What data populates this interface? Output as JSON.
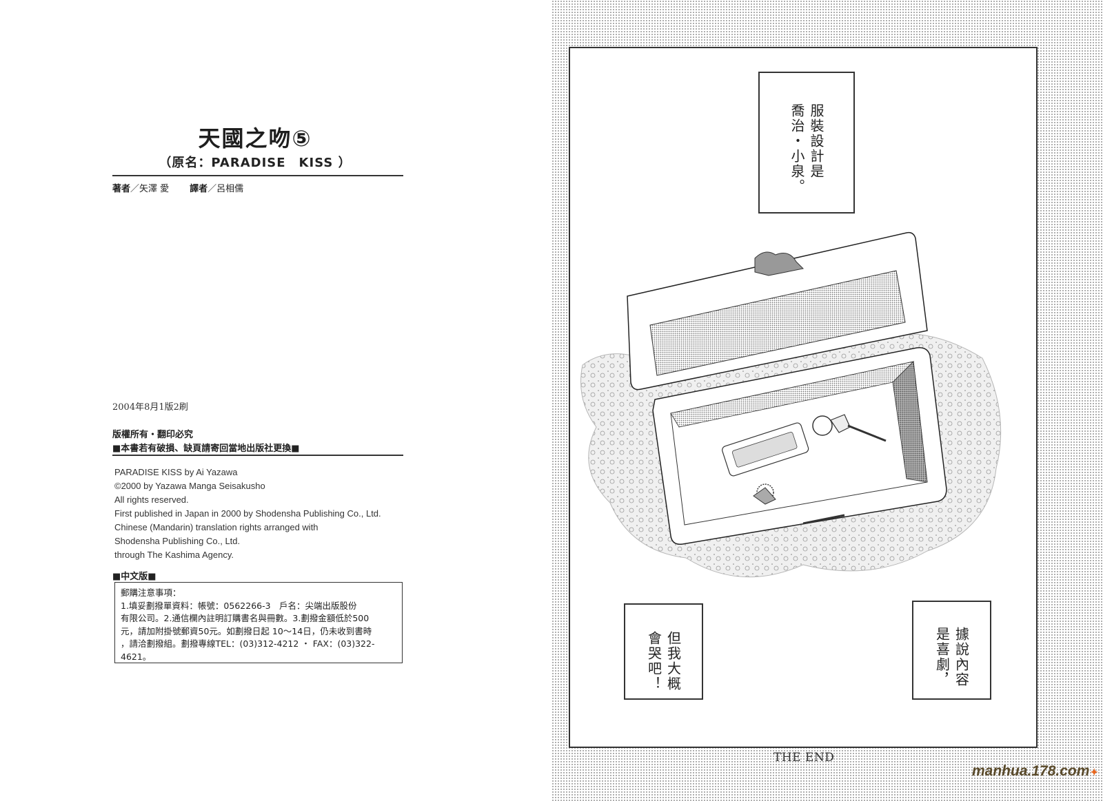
{
  "left_page": {
    "title": "天國之吻⑤",
    "subtitle": "（原名：PARADISE　KISS ）",
    "credits": {
      "author_label": "著者",
      "author": "／矢澤 愛",
      "translator_label": "譯者",
      "translator": "／呂相儒"
    },
    "edition_date": "2004年8月1版2刷",
    "rights_line1": "版權所有・翻印必究",
    "rights_line2": "■本書若有破損、缺頁請寄回當地出版社更換■",
    "english_credits": [
      "PARADISE KISS by Ai Yazawa",
      "©2000 by Yazawa Manga Seisakusho",
      "All rights reserved.",
      "First published in Japan in 2000 by Shodensha Publishing Co., Ltd.",
      "Chinese (Mandarin) translation rights arranged with",
      "Shodensha Publishing Co., Ltd.",
      "through The Kashima Agency."
    ],
    "chinese_edition_label": "■中文版■",
    "mail_order": {
      "heading": "郵購注意事項：",
      "lines": [
        "1.填妥劃撥單資料：帳號：0562266-3　戶名：尖端出版股份",
        "有限公司。2.通信欄內註明訂購書名與冊數。3.劃撥金額低於500",
        "元，請加附掛號郵資50元。如劃撥日起 10～14日，仍未收到書時",
        "，請洽劃撥組。劃撥專線TEL：(03)312-4212 ・ FAX：(03)322-",
        "4621。"
      ]
    }
  },
  "right_page": {
    "bubble_top": [
      "服裝設計是",
      "喬治・小泉。"
    ],
    "bubble_bottom_left": [
      "但我大概",
      "會哭吧！"
    ],
    "bubble_bottom_right": [
      "據說內容",
      "是喜劇，"
    ],
    "end_text": "THE END",
    "watermark": "manhua.178.com",
    "watermark_stars": "✦",
    "colors": {
      "watermark": "#5a4a2a",
      "watermark_star": "#e8651c",
      "screentone": "#9a9a9a"
    }
  }
}
